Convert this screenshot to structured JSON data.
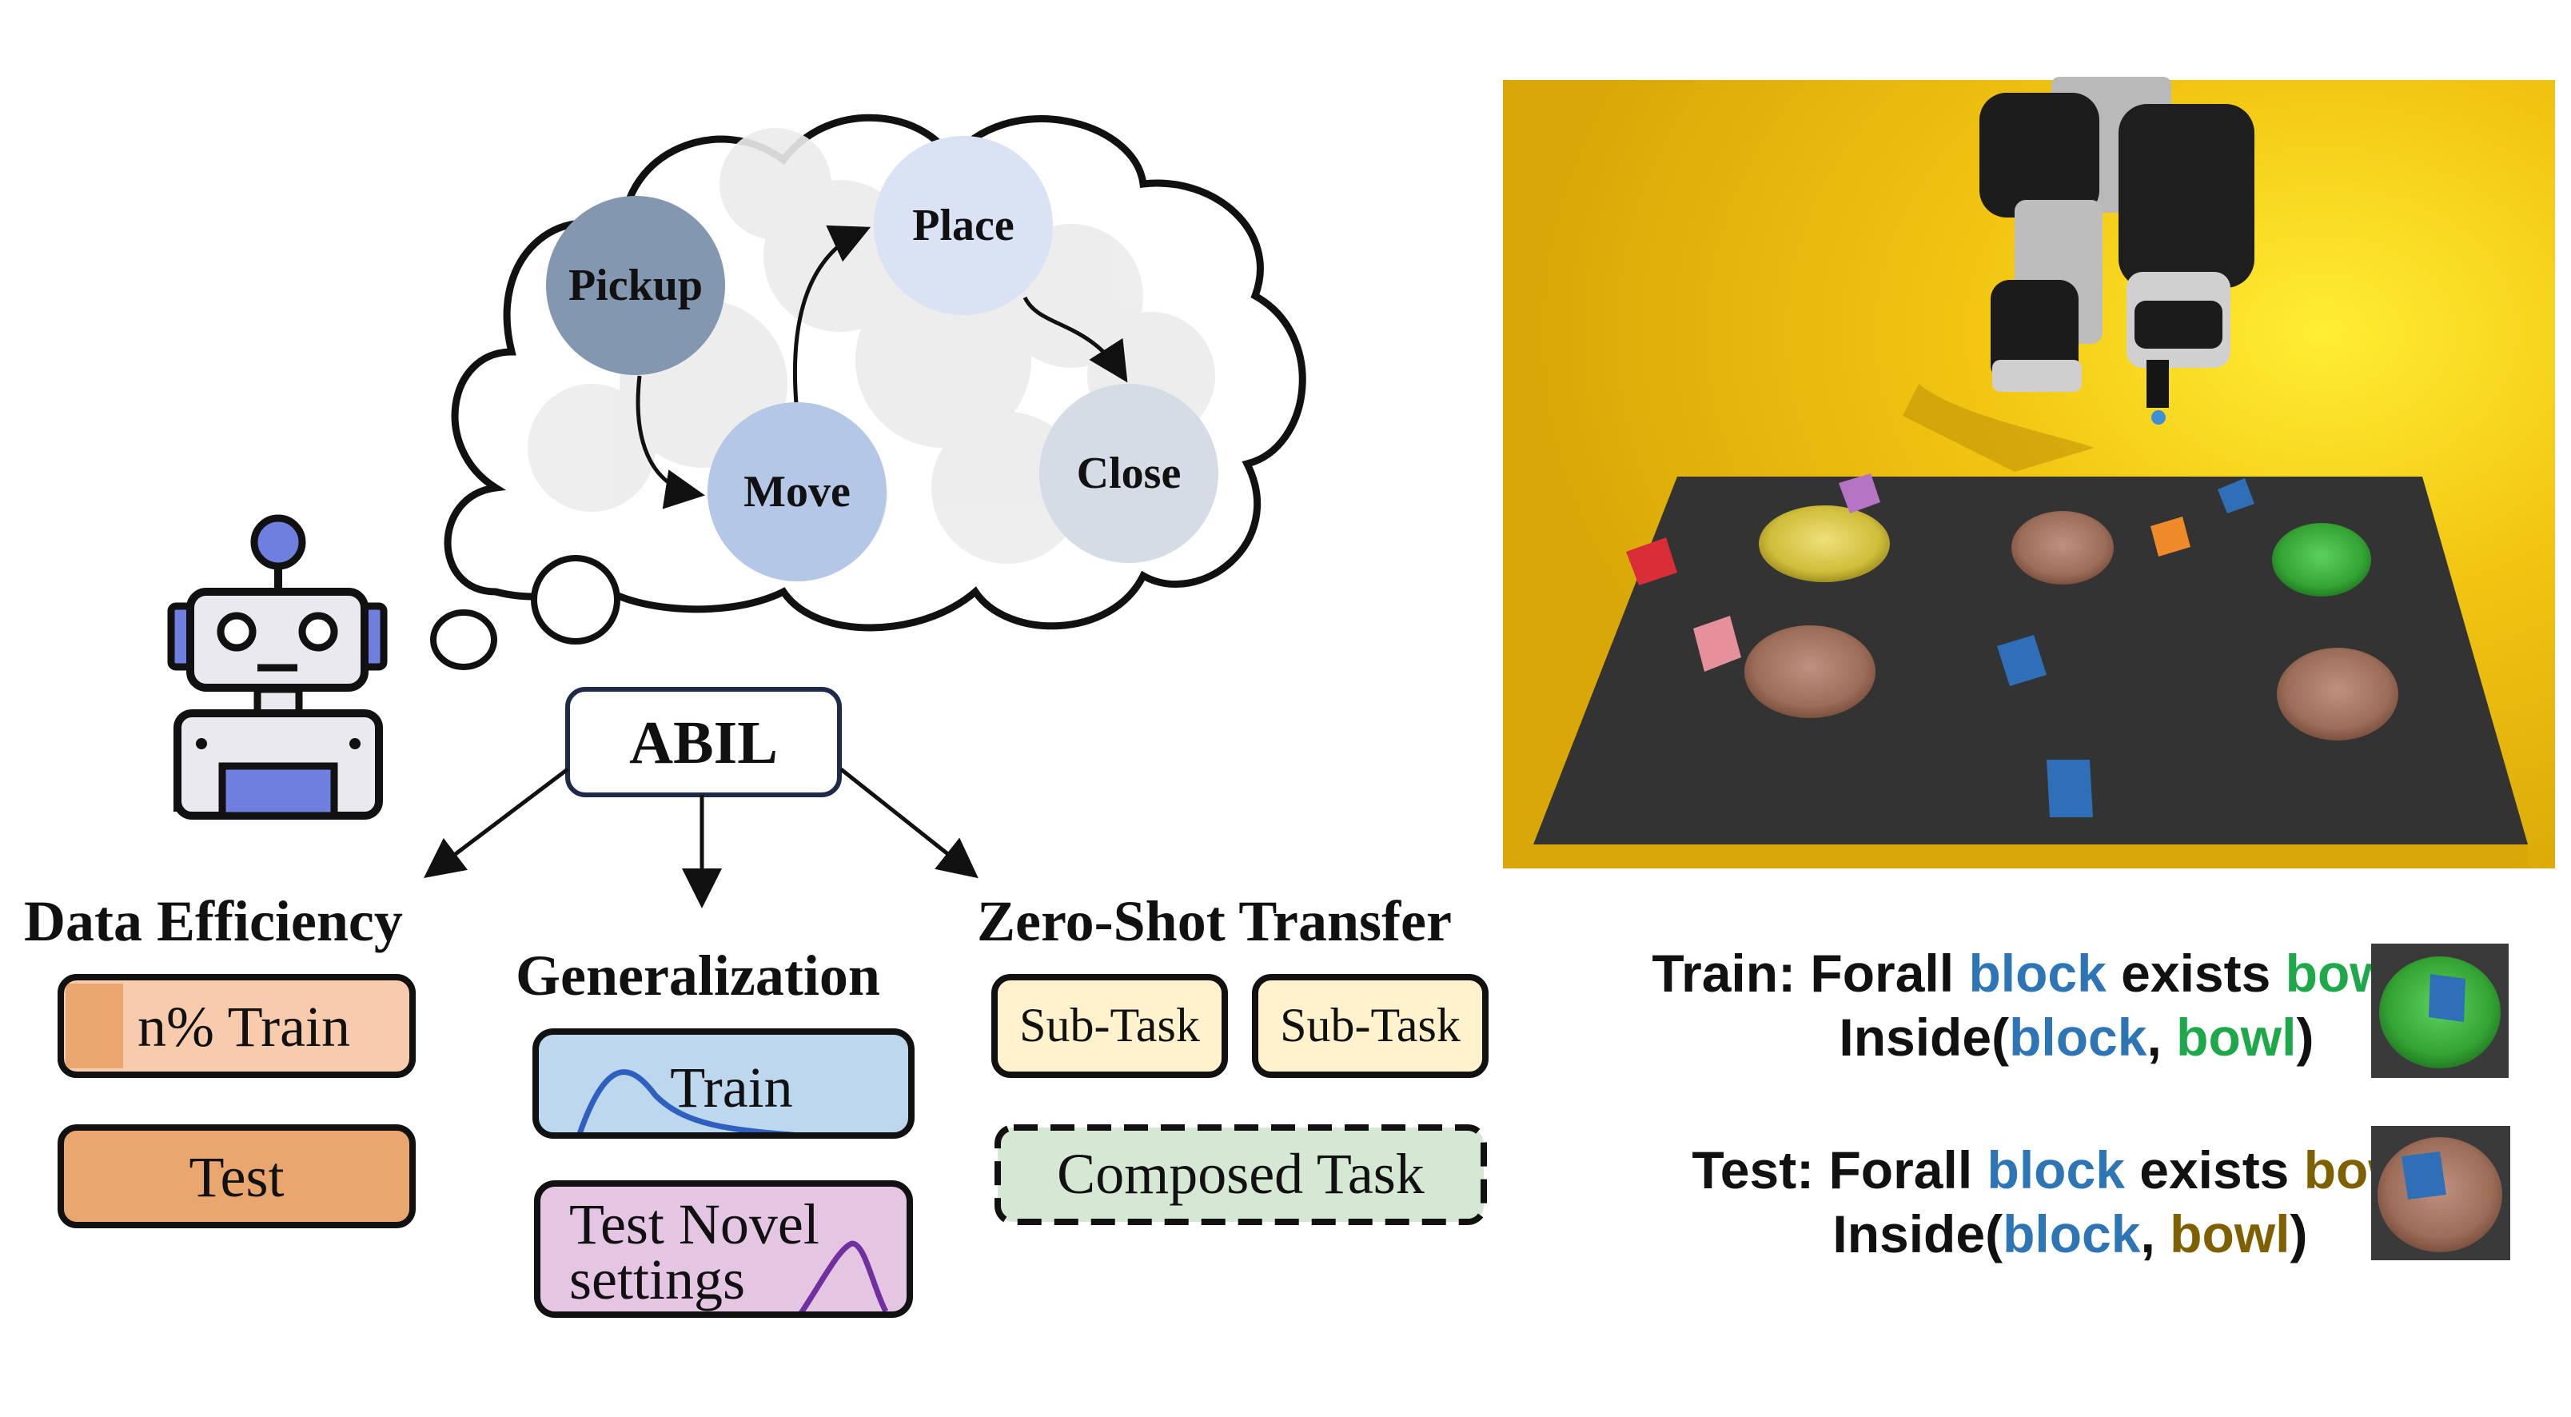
{
  "thought": {
    "nodes": {
      "pickup": "Pickup",
      "place": "Place",
      "move": "Move",
      "close": "Close"
    }
  },
  "method": {
    "label": "ABIL"
  },
  "branches": {
    "data_efficiency": {
      "title": "Data Efficiency",
      "train": "n% Train",
      "test": "Test"
    },
    "generalization": {
      "title": "Generalization",
      "train": "Train",
      "test_line1": "Test Novel",
      "test_line2": "settings"
    },
    "zero_shot": {
      "title": "Zero-Shot Transfer",
      "subtask1": "Sub-Task",
      "subtask2": "Sub-Task",
      "composed": "Composed Task"
    }
  },
  "specs": {
    "train": {
      "prefix": "Train: Forall ",
      "block": "block",
      "exists": " exists ",
      "bowl": "bowl",
      "line2_prefix": "Inside(",
      "line2_block": "block",
      "line2_sep": ", ",
      "line2_bowl": "bowl",
      "line2_suffix": ")"
    },
    "test": {
      "prefix": "Test: Forall ",
      "block": "block",
      "exists": " exists ",
      "bowl": "bowl",
      "line2_prefix": "Inside(",
      "line2_block": "block",
      "line2_sep": ", ",
      "line2_bowl": "bowl",
      "line2_suffix": ")"
    }
  },
  "colors": {
    "block_word": "#2e75b6",
    "train_bowl_word": "#1fa84a",
    "test_bowl_word": "#7f6000",
    "pickup_node": "#8497b0",
    "place_node": "#dae3f3",
    "move_node": "#b4c7e7",
    "close_node": "#d6dce5",
    "sim_background": "#e6b10a",
    "table": "#333333",
    "orange_light": "#f8cbad",
    "orange_dark": "#eaa66f",
    "blue_box": "#bdd7ee",
    "pink_box": "#e4c6e2",
    "cream_box": "#fff2cc",
    "green_box": "#d5e8d4"
  },
  "icons": [
    "robot-icon",
    "thought-cloud-icon",
    "robot-arm-scene",
    "green-bowl-thumbnail",
    "brown-bowl-thumbnail"
  ]
}
